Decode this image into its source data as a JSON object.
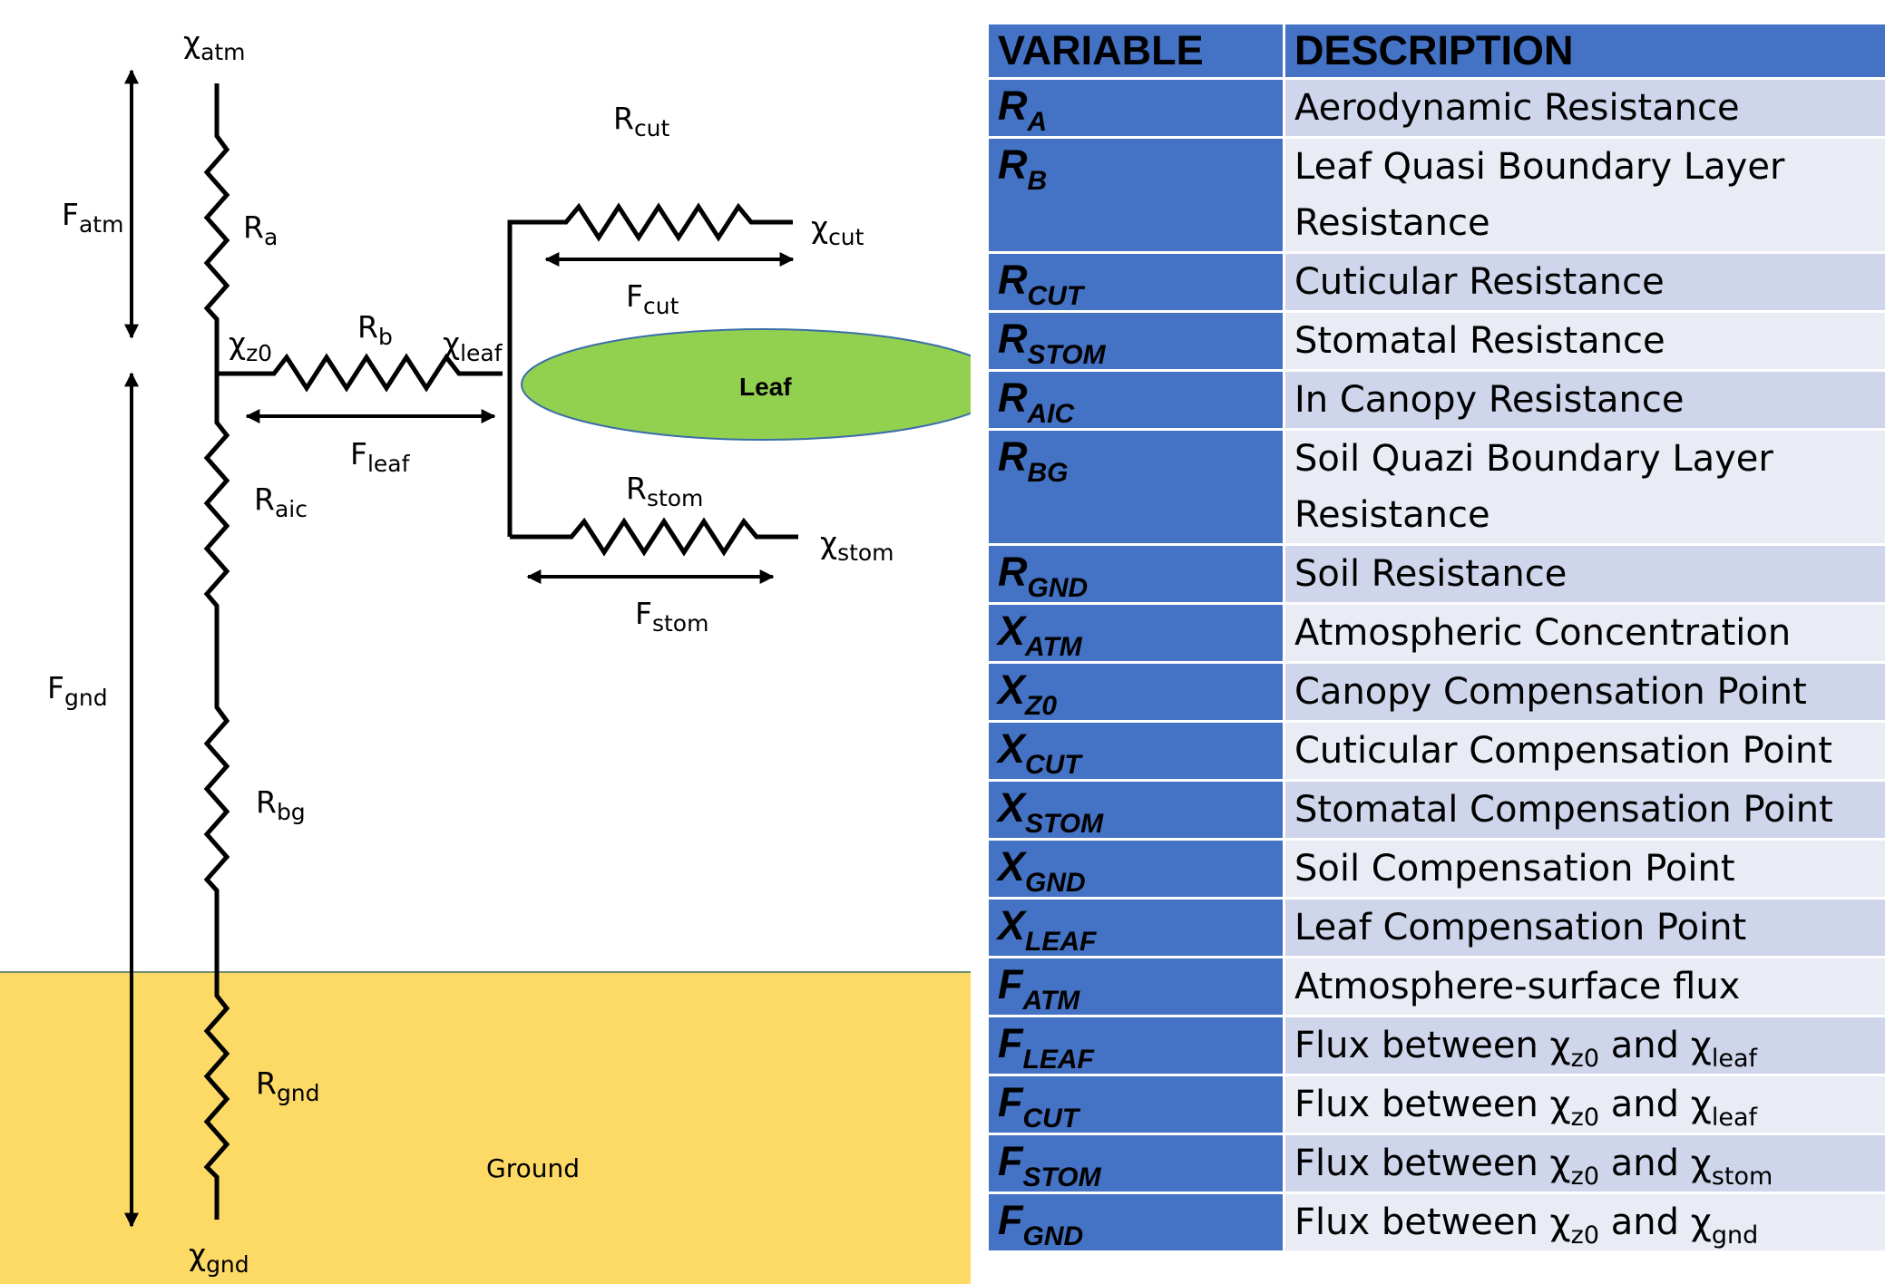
{
  "diagram": {
    "nodes": {
      "atm": {
        "main": "χ",
        "sub": "atm"
      },
      "z0": {
        "main": "χ",
        "sub": "z0"
      },
      "leaf": {
        "main": "χ",
        "sub": "leaf"
      },
      "cut": {
        "main": "χ",
        "sub": "cut"
      },
      "stom": {
        "main": "χ",
        "sub": "stom"
      },
      "gnd": {
        "main": "χ",
        "sub": "gnd"
      }
    },
    "resistors": {
      "a": {
        "main": "R",
        "sub": "a"
      },
      "b": {
        "main": "R",
        "sub": "b"
      },
      "cut": {
        "main": "R",
        "sub": "cut"
      },
      "stom": {
        "main": "R",
        "sub": "stom"
      },
      "aic": {
        "main": "R",
        "sub": "aic"
      },
      "bg": {
        "main": "R",
        "sub": "bg"
      },
      "gnd": {
        "main": "R",
        "sub": "gnd"
      }
    },
    "fluxes": {
      "atm": {
        "main": "F",
        "sub": "atm"
      },
      "gnd": {
        "main": "F",
        "sub": "gnd"
      },
      "leaf": {
        "main": "F",
        "sub": "leaf"
      },
      "cut": {
        "main": "F",
        "sub": "cut"
      },
      "stom": {
        "main": "F",
        "sub": "stom"
      }
    },
    "leaf_label": "Leaf",
    "ground_label": "Ground",
    "colors": {
      "leaf": "#92d050",
      "ground": "#fdd966",
      "ground_line": "#6f8f6f"
    }
  },
  "table": {
    "headers": {
      "variable": "VARIABLE",
      "description": "DESCRIPTION"
    },
    "colors": {
      "header": "#4472c4",
      "row_odd": "#cfd5ea",
      "row_even": "#e9ebf5"
    },
    "rows": [
      {
        "var": "R",
        "var_sub": "A",
        "desc": "Aerodynamic Resistance"
      },
      {
        "var": "R",
        "var_sub": "B",
        "desc": "Leaf Quasi Boundary Layer Resistance"
      },
      {
        "var": "R",
        "var_sub": "CUT",
        "desc": "Cuticular Resistance"
      },
      {
        "var": "R",
        "var_sub": "STOM",
        "desc": "Stomatal Resistance"
      },
      {
        "var": "R",
        "var_sub": "AIC",
        "desc": "In Canopy Resistance"
      },
      {
        "var": "R",
        "var_sub": "BG",
        "desc": "Soil Quazi Boundary Layer Resistance"
      },
      {
        "var": "R",
        "var_sub": "GND",
        "desc": "Soil Resistance"
      },
      {
        "var": "X",
        "var_sub": "ATM",
        "desc": "Atmospheric Concentration"
      },
      {
        "var": "X",
        "var_sub": "Z0",
        "desc": "Canopy Compensation Point"
      },
      {
        "var": "X",
        "var_sub": "CUT",
        "desc": "Cuticular Compensation Point"
      },
      {
        "var": "X",
        "var_sub": "STOM",
        "desc": "Stomatal Compensation Point"
      },
      {
        "var": "X",
        "var_sub": "GND",
        "desc": "Soil Compensation Point"
      },
      {
        "var": "X",
        "var_sub": "LEAF",
        "desc": "Leaf Compensation Point"
      },
      {
        "var": "F",
        "var_sub": "ATM",
        "desc": "Atmosphere-surface flux"
      },
      {
        "var": "F",
        "var_sub": "LEAF",
        "desc": "Flux between",
        "a": "χ",
        "a_sub": "z0",
        "and": "and",
        "b": "χ",
        "b_sub": "leaf"
      },
      {
        "var": "F",
        "var_sub": "CUT",
        "desc": "Flux between",
        "a": "χ",
        "a_sub": "z0",
        "and": "and",
        "b": "χ",
        "b_sub": "leaf"
      },
      {
        "var": "F",
        "var_sub": "STOM",
        "desc": "Flux between",
        "a": "χ",
        "a_sub": "z0",
        "and": "and",
        "b": "χ",
        "b_sub": "stom"
      },
      {
        "var": "F",
        "var_sub": "GND",
        "desc": "Flux between",
        "a": "χ",
        "a_sub": "z0",
        "and": "and",
        "b": "χ",
        "b_sub": "gnd"
      }
    ]
  }
}
